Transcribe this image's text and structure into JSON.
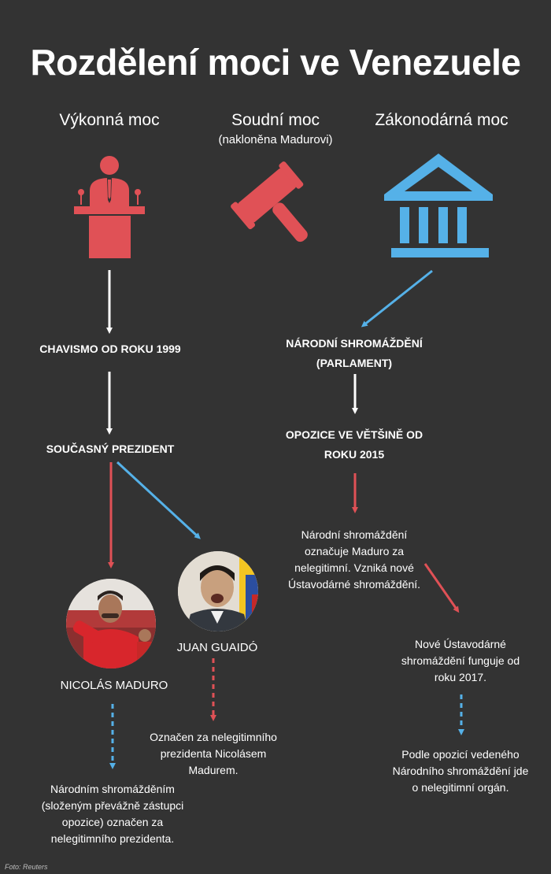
{
  "title": "Rozdělení moci ve Venezuele",
  "colors": {
    "background": "#333333",
    "red": "#e05156",
    "blue": "#55b1e8",
    "white": "#ffffff"
  },
  "branches": {
    "executive": {
      "label": "Výkonná moc",
      "icon": "podium-speaker-icon"
    },
    "judicial": {
      "label": "Soudní moc",
      "sublabel": "(nakloněna Madurovi)",
      "icon": "gavel-icon"
    },
    "legislative": {
      "label": "Zákonodárná moc",
      "icon": "government-building-icon"
    }
  },
  "left_flow": {
    "chavismo": "CHAVISMO OD ROKU 1999",
    "president": "SOUČASNÝ PREZIDENT",
    "maduro": {
      "name": "NICOLÁS MADURO",
      "note": [
        "Národním shromážděním",
        "(složeným převážně zástupci",
        "opozice) označen za",
        "nelegitimního prezidenta."
      ]
    },
    "guaido": {
      "name": "JUAN GUAIDÓ",
      "note": [
        "Označen za nelegitimního",
        "prezidenta Nicolásem",
        "Madurem."
      ]
    }
  },
  "right_flow": {
    "assembly": [
      "NÁRODNÍ SHROMÁŽDĚNÍ",
      "(PARLAMENT)"
    ],
    "opposition": [
      "OPOZICE VE VĚTŠINĚ OD",
      "ROKU 2015"
    ],
    "declares": [
      "Národní shromáždění",
      "označuje Maduro za",
      "nelegitimní. Vzniká nové",
      "Ústavodárné shromáždění."
    ],
    "constituent": [
      "Nové Ústavodárné",
      "shromáždění funguje od",
      "roku 2017."
    ],
    "illegitimate": [
      "Podle opozicí vedeného",
      "Národního shromáždění jde",
      "o nelegitimní orgán."
    ]
  },
  "credit": "Foto: Reuters"
}
